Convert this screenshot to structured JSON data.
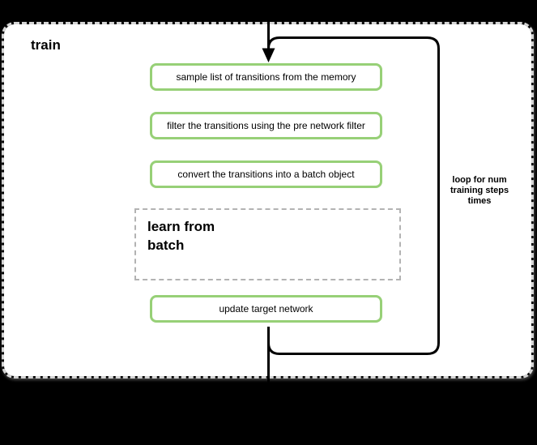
{
  "diagram": {
    "container_label": "train",
    "steps": [
      {
        "label": "sample list of transitions from the memory"
      },
      {
        "label": "filter the transitions using the pre network filter"
      },
      {
        "label": "convert the transitions into a batch object"
      }
    ],
    "learn_group": {
      "label": "learn from\nbatch"
    },
    "update_box": {
      "label": "update target network"
    },
    "loop_annotation": {
      "label": "loop for num\ntraining steps\ntimes"
    },
    "colors": {
      "background": "#000000",
      "container_fill": "#ffffff",
      "container_border": "#d5d5d5",
      "step_border": "#97d077",
      "step_fill": "#ffffff",
      "group_border": "#b3b3b3",
      "line": "#000000",
      "text": "#000000"
    }
  }
}
